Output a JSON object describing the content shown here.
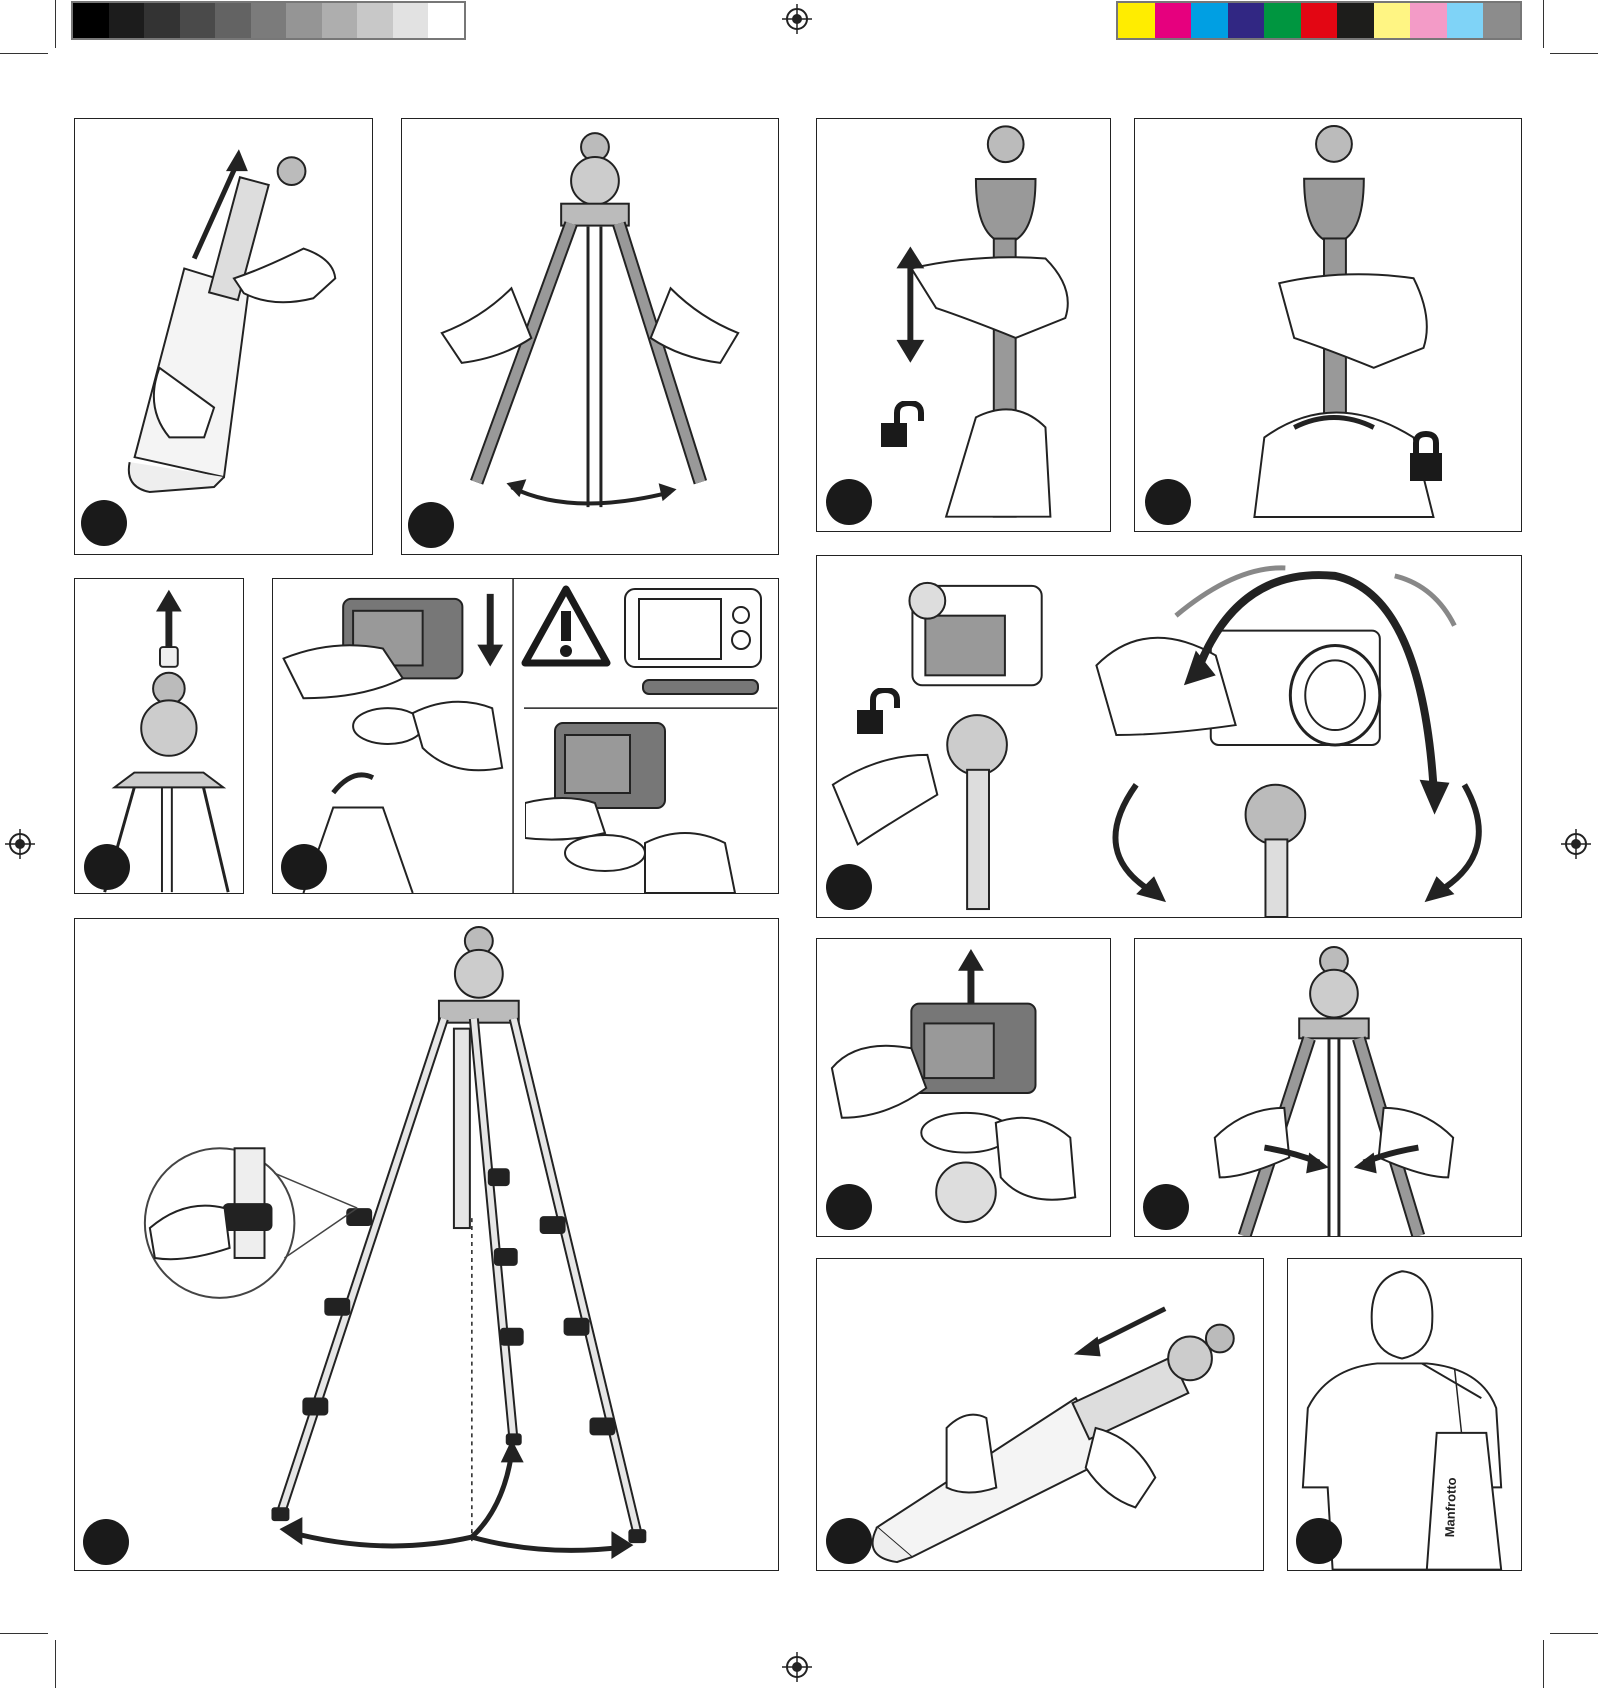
{
  "color_bars": {
    "grays": [
      "#000000",
      "#1c1c1c",
      "#333333",
      "#4a4a4a",
      "#636363",
      "#7b7b7b",
      "#959595",
      "#aeaeae",
      "#c8c8c8",
      "#e2e2e2",
      "#ffffff"
    ],
    "colors": [
      "#ffed00",
      "#e6007e",
      "#009fe3",
      "#312783",
      "#009640",
      "#e30613",
      "#1d1d1b",
      "#fff583",
      "#f39bc7",
      "#7fd3f7",
      "#8c8c8c"
    ]
  },
  "steps": [
    {
      "id": "remove-from-bag",
      "icon": "tripod-pull-from-bag"
    },
    {
      "id": "unfold-legs",
      "icon": "tripod-legs-spread"
    },
    {
      "id": "unlock-column",
      "icon": "unlock-icon"
    },
    {
      "id": "lock-column",
      "icon": "lock-icon"
    },
    {
      "id": "remove-cap",
      "icon": "arrow-up-icon"
    },
    {
      "id": "attach-camera",
      "icon": "camera-icon"
    },
    {
      "id": "warning",
      "icon": "warning-icon"
    },
    {
      "id": "adjust-ballhead",
      "icon": "rotate-arrows-icon"
    },
    {
      "id": "extend-legs",
      "icon": "leg-lock-icon"
    },
    {
      "id": "remove-camera",
      "icon": "arrow-up-icon"
    },
    {
      "id": "fold-legs",
      "icon": "arrows-inward-icon"
    },
    {
      "id": "insert-into-bag",
      "icon": "arrow-left-icon"
    },
    {
      "id": "carry-bag",
      "icon": "person-with-bag-icon"
    }
  ],
  "brand": {
    "logo_text": "Manfrotto"
  }
}
